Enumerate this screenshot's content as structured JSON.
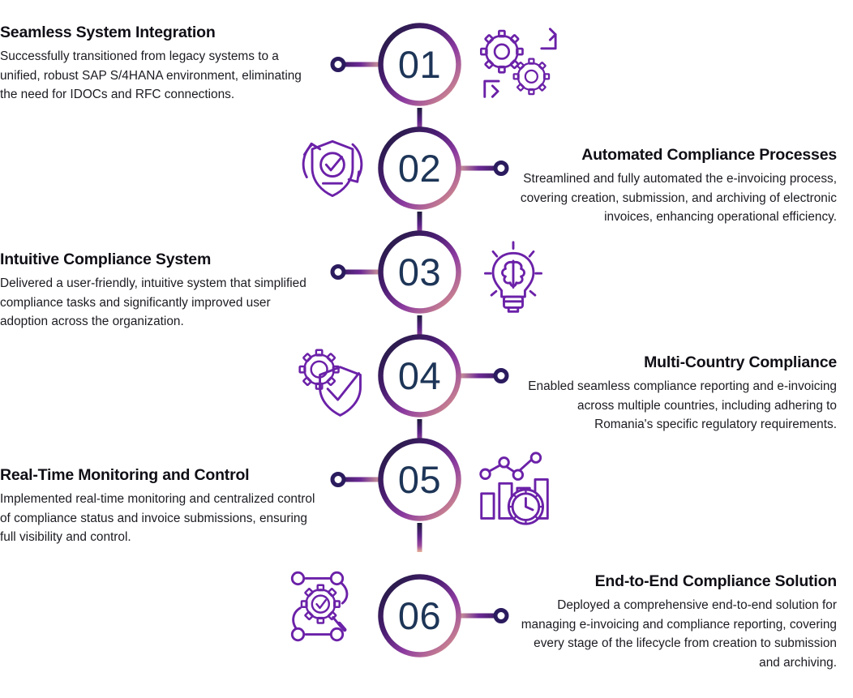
{
  "page": {
    "type": "timeline-infographic",
    "background_color": "#ffffff",
    "orientation": "vertical-zigzag"
  },
  "theme": {
    "gradient_start": "#1b1b3a",
    "gradient_mid": "#7a2b9e",
    "gradient_end": "#e3a08a",
    "icon_color": "#6b21a8",
    "number_color": "#1d3557",
    "title_color": "#100f16",
    "body_color": "#1c1b22",
    "dot_ring_color": "#2b1b5e",
    "dot_fill_color": "#ffffff"
  },
  "steps": [
    {
      "number": "01",
      "side": "left",
      "title": "Seamless System Integration",
      "description": "Successfully transitioned from legacy systems to a unified, robust SAP S/4HANA environment, eliminating the need for IDOCs and RFC connections.",
      "icon": "gears-sync-icon"
    },
    {
      "number": "02",
      "side": "right",
      "title": "Automated Compliance Processes",
      "description": "Streamlined and fully automated the e-invoicing process, covering creation, submission, and archiving of electronic invoices, enhancing operational efficiency.",
      "icon": "shield-check-refresh-icon"
    },
    {
      "number": "03",
      "side": "left",
      "title": "Intuitive Compliance System",
      "description": "Delivered a user-friendly, intuitive system that simplified compliance tasks and significantly improved user adoption across the organization.",
      "icon": "brain-lightbulb-icon"
    },
    {
      "number": "04",
      "side": "right",
      "title": "Multi-Country Compliance",
      "description": "Enabled seamless compliance reporting and e-invoicing across multiple countries, including adhering to Romania's specific regulatory requirements.",
      "icon": "gear-shield-check-icon"
    },
    {
      "number": "05",
      "side": "left",
      "title": "Real-Time Monitoring and Control",
      "description": "Implemented real-time monitoring and centralized control of compliance status and invoice submissions, ensuring full visibility and control.",
      "icon": "bar-chart-clock-icon"
    },
    {
      "number": "06",
      "side": "right",
      "title": "End-to-End Compliance Solution",
      "description": "Deployed a comprehensive end-to-end solution for managing e-invoicing and compliance reporting, covering every stage of the lifecycle from creation to submission and archiving.",
      "icon": "network-gear-check-icon"
    }
  ]
}
